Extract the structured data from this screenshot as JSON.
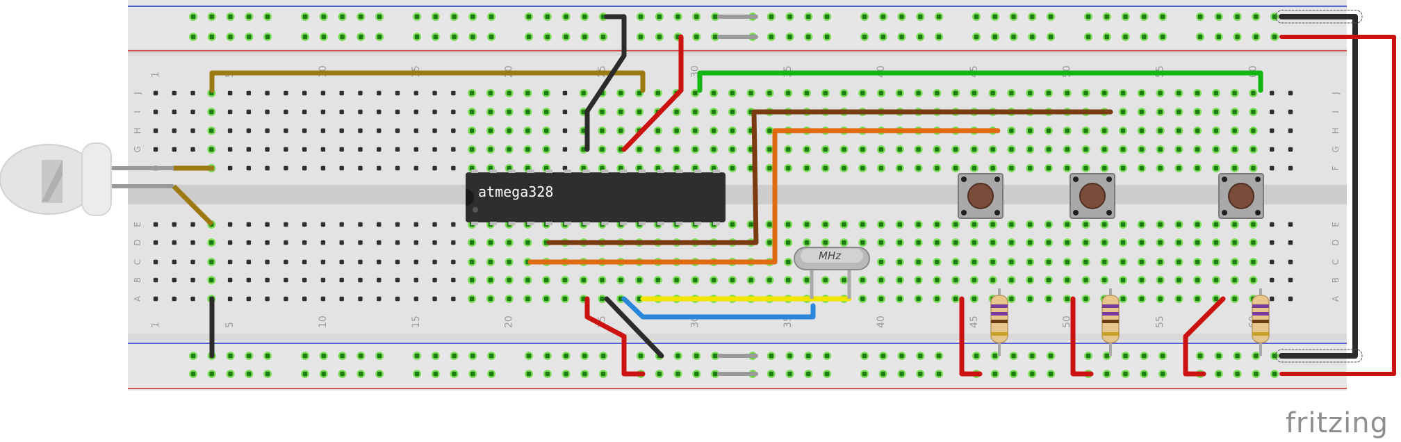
{
  "components": {
    "chip": {
      "label": "atmega328"
    },
    "crystal": {
      "label": "MHz"
    },
    "buttons": [
      "button-1",
      "button-2",
      "button-3"
    ],
    "resistors": [
      "resistor-1",
      "resistor-2",
      "resistor-3"
    ],
    "led": "led"
  },
  "breadboard": {
    "columns": [
      "1",
      "5",
      "10",
      "15",
      "20",
      "25",
      "30",
      "35",
      "40",
      "45",
      "50",
      "55",
      "60"
    ],
    "rows_top": [
      "J",
      "I",
      "H",
      "G",
      "F"
    ],
    "rows_bottom": [
      "E",
      "D",
      "C",
      "B",
      "A"
    ]
  },
  "colors": {
    "wire_black": "#2b2b2b",
    "wire_red": "#cc1111",
    "wire_olive": "#9b7a14",
    "wire_green": "#12b612",
    "wire_brown": "#7a3b12",
    "wire_orange": "#e06a10",
    "wire_yellow": "#f2e600",
    "wire_blue": "#2a86d8",
    "rail_blue": "#2233cc",
    "rail_red": "#cc2222"
  },
  "brand": "fritzing"
}
